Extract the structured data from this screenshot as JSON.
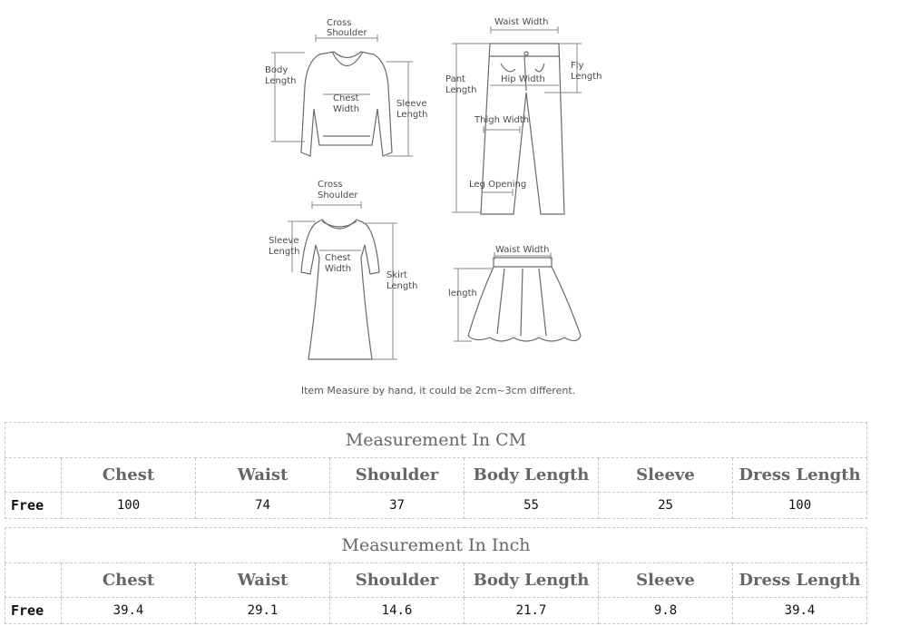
{
  "diagram": {
    "top_labels": {
      "cross_shoulder": [
        "Cross",
        "Shoulder"
      ],
      "body_length": [
        "Body",
        "Length"
      ],
      "chest_width": [
        "Chest",
        "Width"
      ],
      "sleeve_length": [
        "Sleeve",
        "Length"
      ],
      "waist_width": "Waist Width",
      "pant_length": [
        "Pant",
        "Length"
      ],
      "fly_length": [
        "Fly",
        "Length"
      ],
      "hip_width": "Hip Width",
      "thigh_width": "Thigh Width",
      "leg_opening": "Leg Opening"
    },
    "dress_labels": {
      "cross_shoulder": [
        "Cross",
        "Shoulder"
      ],
      "sleeve_length": [
        "Sleeve",
        "Length"
      ],
      "chest_width": [
        "Chest",
        "Width"
      ],
      "skirt_length": [
        "Skirt",
        "Length"
      ]
    },
    "skirt_labels": {
      "waist_width": "Waist Width",
      "length": "length"
    }
  },
  "note": "Item Measure by hand, it could be 2cm~3cm different.",
  "tables": [
    {
      "title": "Measurement In CM",
      "columns": [
        "Chest",
        "Waist",
        "Shoulder",
        "Body Length",
        "Sleeve",
        "Dress Length"
      ],
      "rows": [
        {
          "label": "Free",
          "values": [
            "100",
            "74",
            "37",
            "55",
            "25",
            "100"
          ]
        }
      ]
    },
    {
      "title": "Measurement In Inch",
      "columns": [
        "Chest",
        "Waist",
        "Shoulder",
        "Body Length",
        "Sleeve",
        "Dress Length"
      ],
      "rows": [
        {
          "label": "Free",
          "values": [
            "39.4",
            "29.1",
            "14.6",
            "21.7",
            "9.8",
            "39.4"
          ]
        }
      ]
    }
  ]
}
